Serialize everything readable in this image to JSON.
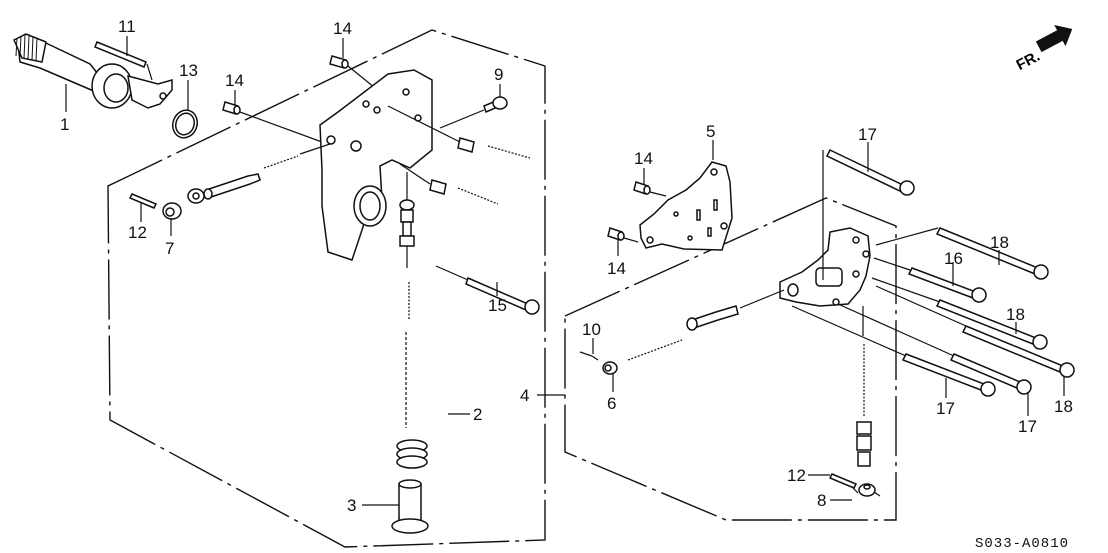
{
  "diagram": {
    "title": "Regulator Valve Body / Servo Body Exploded View",
    "diagram_code": "S033-A0810",
    "direction_indicator": {
      "label": "FR.",
      "icon": "front-direction-arrow-icon"
    },
    "callouts": [
      {
        "id": "c1",
        "label": "1"
      },
      {
        "id": "c2",
        "label": "2"
      },
      {
        "id": "c3",
        "label": "3"
      },
      {
        "id": "c4",
        "label": "4"
      },
      {
        "id": "c5",
        "label": "5"
      },
      {
        "id": "c6",
        "label": "6"
      },
      {
        "id": "c7",
        "label": "7"
      },
      {
        "id": "c8",
        "label": "8"
      },
      {
        "id": "c9",
        "label": "9"
      },
      {
        "id": "c10",
        "label": "10"
      },
      {
        "id": "c11",
        "label": "11"
      },
      {
        "id": "c12a",
        "label": "12"
      },
      {
        "id": "c12b",
        "label": "12"
      },
      {
        "id": "c13",
        "label": "13"
      },
      {
        "id": "c14a",
        "label": "14"
      },
      {
        "id": "c14b",
        "label": "14"
      },
      {
        "id": "c14c",
        "label": "14"
      },
      {
        "id": "c14d",
        "label": "14"
      },
      {
        "id": "c15",
        "label": "15"
      },
      {
        "id": "c16",
        "label": "16"
      },
      {
        "id": "c17a",
        "label": "17"
      },
      {
        "id": "c17b",
        "label": "17"
      },
      {
        "id": "c17c",
        "label": "17"
      },
      {
        "id": "c18a",
        "label": "18"
      },
      {
        "id": "c18b",
        "label": "18"
      },
      {
        "id": "c18c",
        "label": "18"
      }
    ]
  }
}
